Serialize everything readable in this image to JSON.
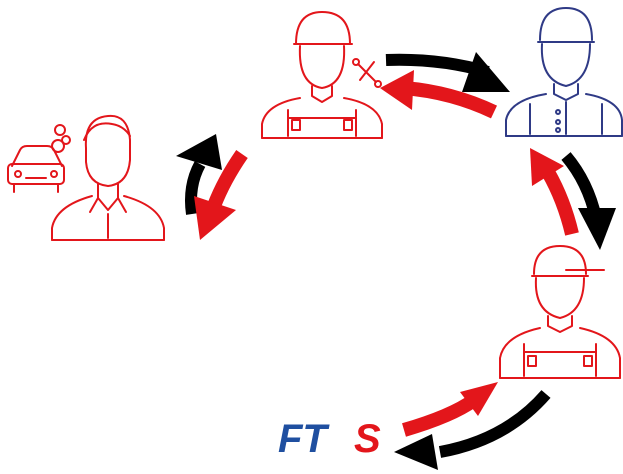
{
  "colors": {
    "red": "#e3161b",
    "navy": "#2f3a86",
    "black": "#000000",
    "logo_blue": "#1f4fa0",
    "logo_red": "#e3161b"
  },
  "nodes": [
    {
      "id": "customer",
      "icon": "customer-with-car-icon",
      "color": "red"
    },
    {
      "id": "mechanic",
      "icon": "mechanic-with-tools-icon",
      "color": "red"
    },
    {
      "id": "supplier",
      "icon": "supplier-person-icon",
      "color": "navy"
    },
    {
      "id": "worker",
      "icon": "worker-person-icon",
      "color": "red"
    },
    {
      "id": "fts",
      "icon": "fts-logo",
      "color": "logo"
    }
  ],
  "logo": {
    "text_blue": "FT",
    "text_red": "S"
  },
  "edges": [
    {
      "from": "mechanic",
      "to": "supplier",
      "color": "black"
    },
    {
      "from": "supplier",
      "to": "mechanic",
      "color": "red"
    },
    {
      "from": "supplier",
      "to": "worker",
      "color": "black"
    },
    {
      "from": "worker",
      "to": "supplier",
      "color": "red"
    },
    {
      "from": "worker",
      "to": "fts",
      "color": "black"
    },
    {
      "from": "fts",
      "to": "worker",
      "color": "red"
    },
    {
      "from": "customer",
      "to": "mechanic",
      "color": "black"
    },
    {
      "from": "mechanic",
      "to": "customer",
      "color": "red"
    }
  ]
}
